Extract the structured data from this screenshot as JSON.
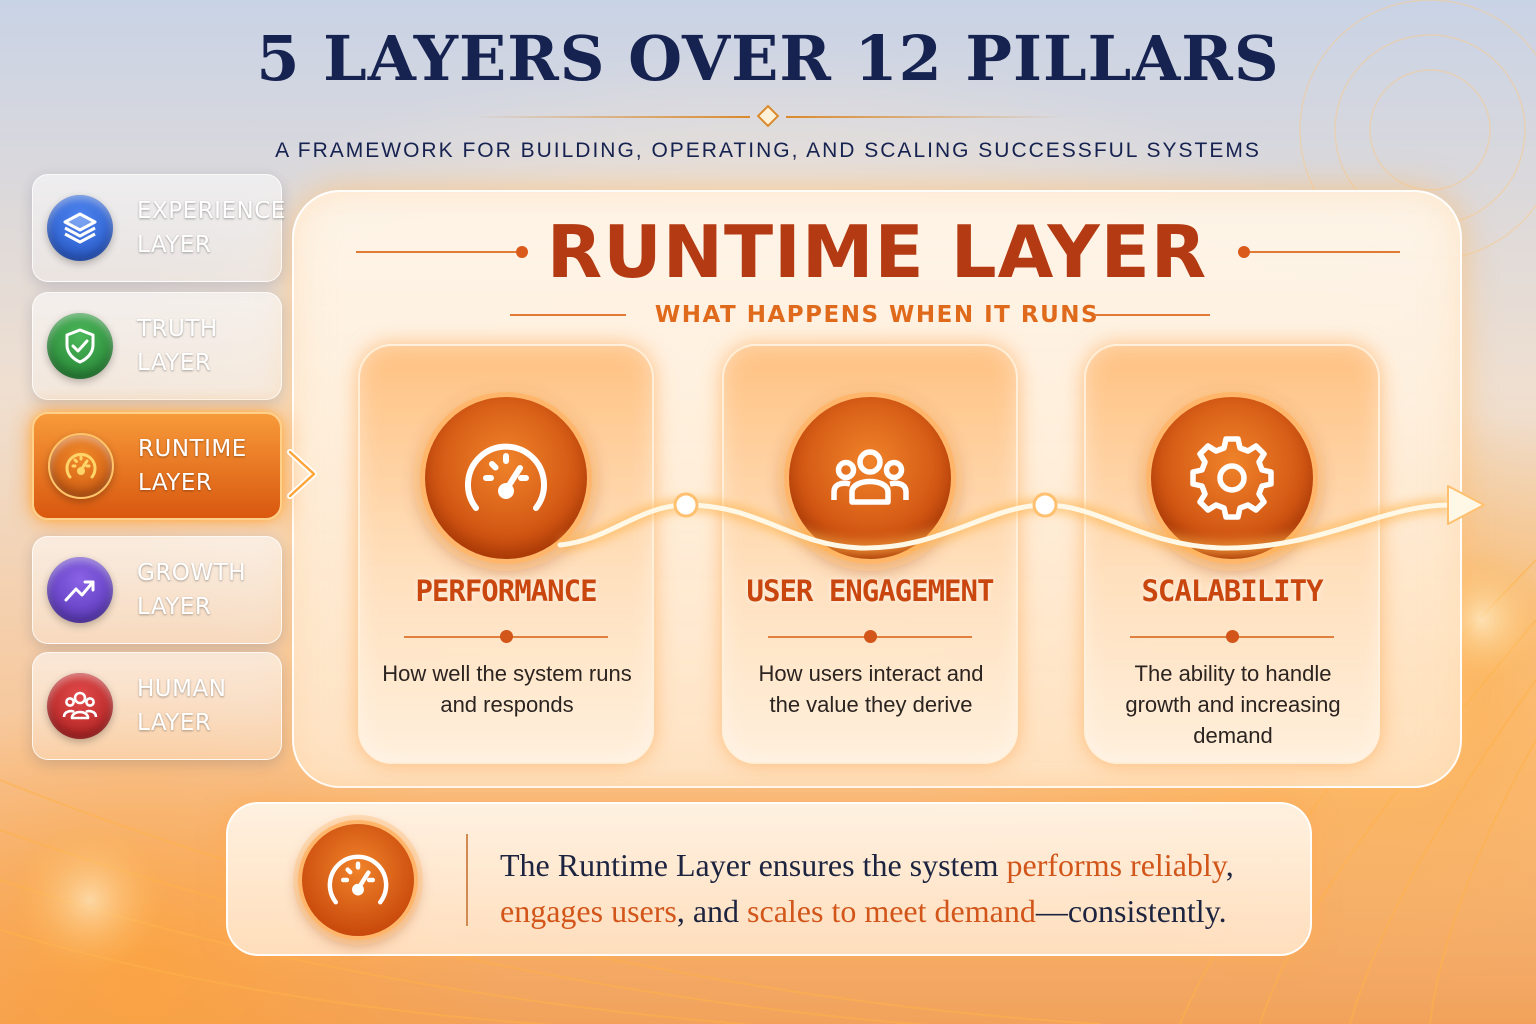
{
  "header": {
    "title": "5 LAYERS OVER 12 PILLARS",
    "subtitle": "A FRAMEWORK FOR BUILDING, OPERATING, AND SCALING SUCCESSFUL SYSTEMS"
  },
  "sidebar": {
    "items": [
      {
        "line1": "EXPERIENCE",
        "line2": "LAYER",
        "icon": "layers-icon",
        "color": "#2a5fd6",
        "active": false
      },
      {
        "line1": "TRUTH",
        "line2": "LAYER",
        "icon": "shield-check-icon",
        "color": "#2e8a3e",
        "active": false
      },
      {
        "line1": "RUNTIME",
        "line2": "LAYER",
        "icon": "speedometer-icon",
        "color": "#e36a14",
        "active": true
      },
      {
        "line1": "GROWTH",
        "line2": "LAYER",
        "icon": "trend-up-icon",
        "color": "#6a3fc9",
        "active": false
      },
      {
        "line1": "HUMAN",
        "line2": "LAYER",
        "icon": "people-icon",
        "color": "#c92a2a",
        "active": false
      }
    ]
  },
  "main": {
    "title": "RUNTIME LAYER",
    "subtitle": "WHAT HAPPENS WHEN IT RUNS",
    "cards": [
      {
        "title": "PERFORMANCE",
        "description": "How well the system runs and responds",
        "icon": "speedometer-icon"
      },
      {
        "title": "USER ENGAGEMENT",
        "description": "How users interact and the value they derive",
        "icon": "users-icon"
      },
      {
        "title": "SCALABILITY",
        "description": "The ability to handle growth and increasing demand",
        "icon": "gear-icon"
      }
    ]
  },
  "banner": {
    "icon": "speedometer-icon",
    "text_a": "The Runtime Layer ensures the system ",
    "highlight_1": "performs reliably",
    "text_b": ", ",
    "highlight_2": "engages users",
    "text_c": ", and ",
    "highlight_3": "scales to meet demand",
    "text_d": "—consistently."
  },
  "colors": {
    "accent": "#d2551a",
    "title_navy": "#16224f",
    "runtime_title": "#b33a12"
  }
}
